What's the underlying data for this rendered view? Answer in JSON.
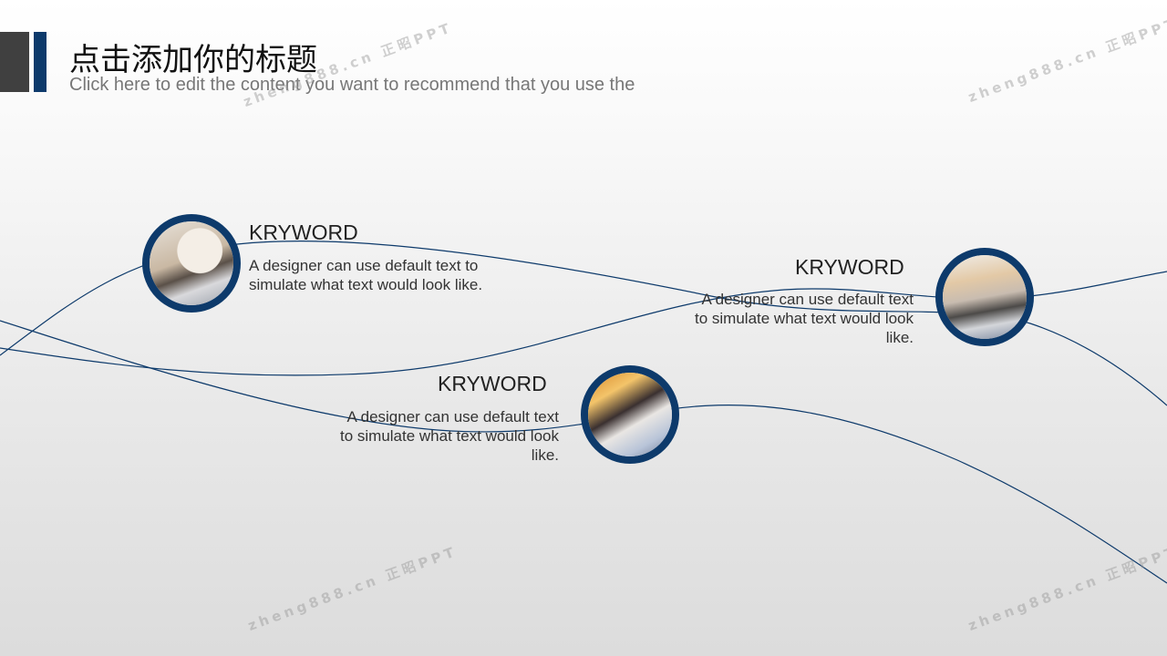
{
  "header": {
    "title": "点击添加你的标题",
    "subtitle": "Click here to edit the content you want to recommend that you use the"
  },
  "items": [
    {
      "keyword": "KRYWORD",
      "description": "A designer can use default text to simulate what text would look like.",
      "photo": "office-photo-tablet"
    },
    {
      "keyword": "KRYWORD",
      "description": "A designer can use default text to simulate what text would look like.",
      "photo": "office-photo-documents"
    },
    {
      "keyword": "KRYWORD",
      "description": "A designer can use default text to simulate what text would look like.",
      "photo": "office-photo-phone"
    }
  ],
  "watermark": "zheng888.cn 正昭PPT",
  "colors": {
    "accent": "#0d3a6b",
    "dark_bar": "#404040"
  }
}
